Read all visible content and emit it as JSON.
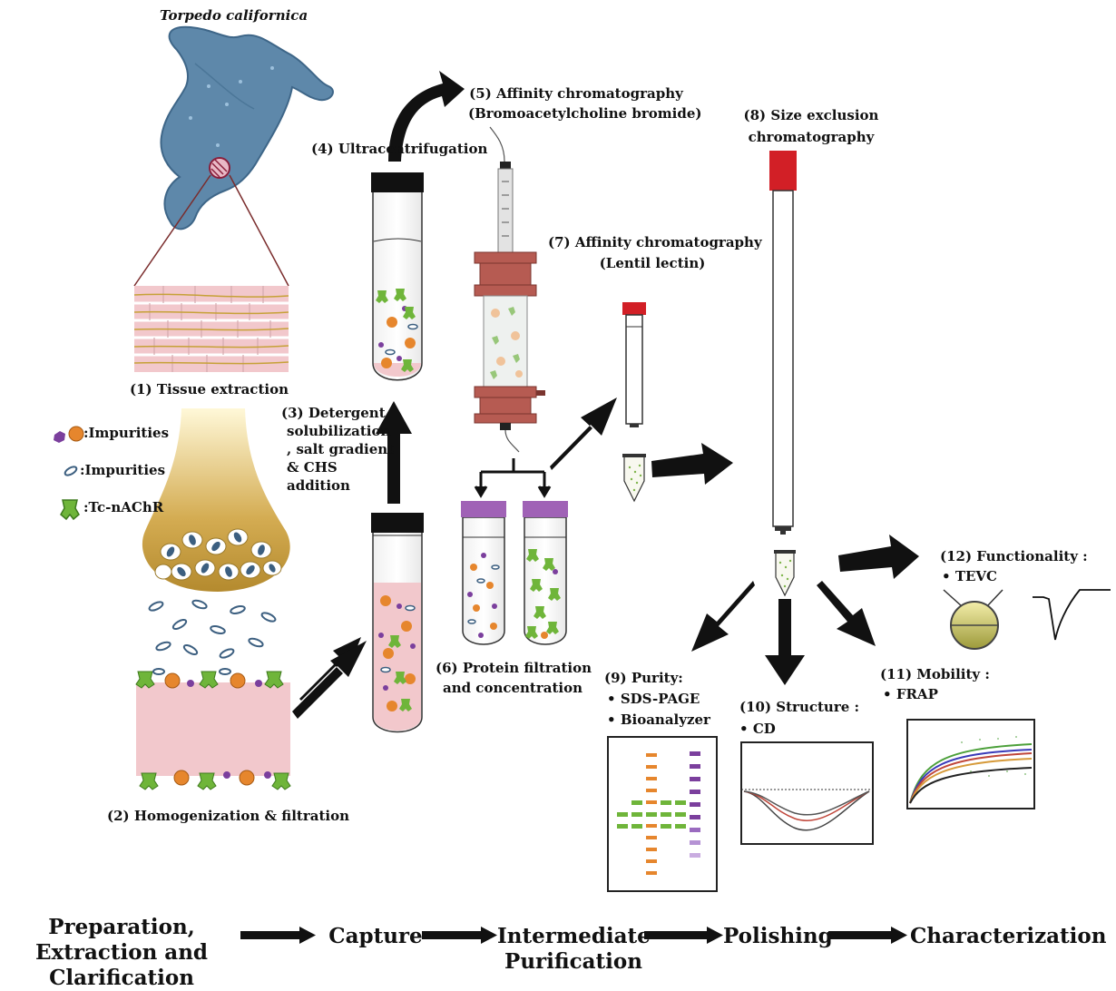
{
  "diagram": {
    "organism": "Torpedo californica",
    "steps": {
      "s1": "(1) Tissue extraction",
      "s2": "(2) Homogenization & filtration",
      "s3": [
        "(3) Detergent",
        "solubilization",
        ", salt gradient",
        "& CHS",
        "addition"
      ],
      "s4": "(4) Ultracentrifugation",
      "s5": [
        "(5) Affinity chromatography",
        "(Bromoacetylcholine bromide)"
      ],
      "s6": [
        "(6) Protein filtration",
        "and concentration"
      ],
      "s7": [
        "(7) Affinity chromatography",
        "(Lentil lectin)"
      ],
      "s8": [
        "(8) Size exclusion",
        "chromatography"
      ],
      "s9": {
        "title": "(9) Purity:",
        "items": [
          "SDS-PAGE",
          "Bioanalyzer"
        ]
      },
      "s10": {
        "title": "(10) Structure :",
        "items": [
          "CD"
        ]
      },
      "s11": {
        "title": "(11) Mobility :",
        "items": [
          "FRAP"
        ]
      },
      "s12": {
        "title": "(12) Functionality :",
        "items": [
          "TEVC"
        ]
      }
    },
    "legend": [
      {
        "label": ":Impurities",
        "icon": "purple-orange-particle-icon"
      },
      {
        "label": ":Impurities",
        "icon": "blue-ellipse-icon"
      },
      {
        "label": ":Tc-nAChR",
        "icon": "green-receptor-icon"
      }
    ],
    "workflow": [
      "Preparation,\nExtraction and Clarification",
      "Capture",
      "Intermediate\nPurification",
      "Polishing",
      "Characterization"
    ],
    "colors": {
      "tissue": "#f1c7cb",
      "fish": "#5a86a8",
      "green": "#6fb53a",
      "orange": "#e6862d",
      "purple": "#7b3f9d",
      "column": "#b65b52",
      "red_cap": "#d21f26",
      "violet_cap": "#a062b6",
      "synapse": "#c9a042"
    }
  }
}
